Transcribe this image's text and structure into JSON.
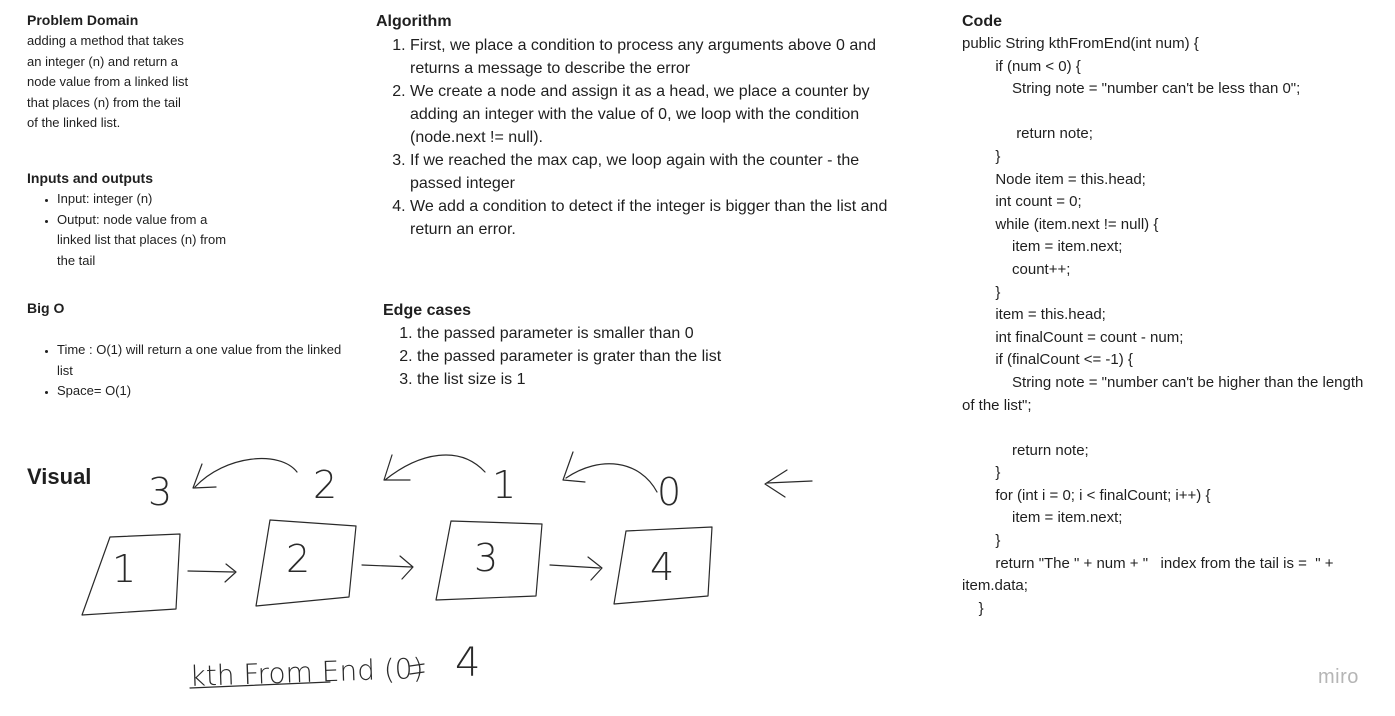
{
  "problem_domain": {
    "title": "Problem Domain",
    "lines": [
      "adding a method that takes",
      "an integer (n) and return a",
      "node value from a linked list",
      "that places (n) from the tail",
      "of the linked list."
    ]
  },
  "io": {
    "title": "Inputs and outputs",
    "items": [
      "Input: integer (n)",
      "Output: node value from a linked list that places (n) from the tail"
    ]
  },
  "bigo": {
    "title": "Big O",
    "items": [
      "Time : O(1) will return a one value from the linked list",
      "Space= O(1)"
    ]
  },
  "algorithm": {
    "title": "Algorithm",
    "steps": [
      "First, we place a condition to process any arguments above 0 and returns a message to describe the error",
      "We create a node and assign it as a head, we place a counter by adding an integer with the value of 0, we loop with the condition (node.next != null).",
      "If we reached the max cap, we loop again with the counter - the passed integer",
      "We add a condition to detect if the integer is bigger than the list and return an error."
    ]
  },
  "edge_cases": {
    "title": "Edge cases",
    "items": [
      "the passed parameter is smaller than 0",
      "the passed parameter is grater than the list",
      "the list size is 1"
    ]
  },
  "code": {
    "title": "Code",
    "lines": [
      "public String kthFromEnd(int num) {",
      "        if (num < 0) {",
      "            String note = \"number can't be less than 0\";",
      "",
      "             return note;",
      "        }",
      "        Node item = this.head;",
      "        int count = 0;",
      "        while (item.next != null) {",
      "            item = item.next;",
      "            count++;",
      "        }",
      "        item = this.head;",
      "        int finalCount = count - num;",
      "        if (finalCount <= -1) {",
      "            String note = \"number can't be higher than the length of the list\";",
      "",
      "            return note;",
      "        }",
      "        for (int i = 0; i < finalCount; i++) {",
      "            item = item.next;",
      "        }",
      "        return \"The \" + num + \"   index from the tail is =  \" + item.data;",
      "    }"
    ]
  },
  "visual": {
    "title": "Visual",
    "nodes": [
      "1",
      "2",
      "3",
      "4"
    ],
    "indices_from_tail": [
      "3",
      "2",
      "1",
      "0"
    ],
    "caption_call": "kth From End (0)",
    "caption_eq": "=",
    "caption_result": "4"
  },
  "watermark": "miro"
}
